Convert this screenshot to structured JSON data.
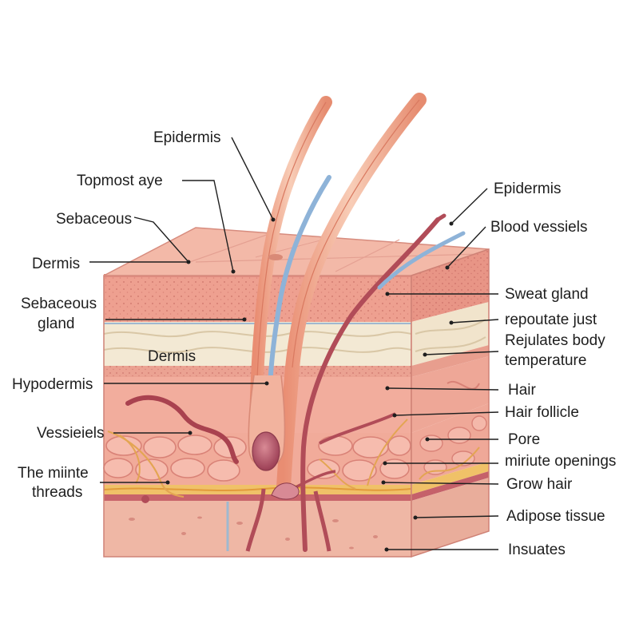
{
  "labels_left": [
    {
      "id": "epidermis-top",
      "text": "Epidermis"
    },
    {
      "id": "topmost-layer",
      "text": "Topmost aye"
    },
    {
      "id": "sebaceous",
      "text": "Sebaceous"
    },
    {
      "id": "dermis-left",
      "text": "Dermis"
    },
    {
      "id": "sebaceous-gland-1",
      "text": "Sebaceous"
    },
    {
      "id": "sebaceous-gland-2",
      "text": "gland"
    },
    {
      "id": "hypodermis",
      "text": "Hypodermis"
    },
    {
      "id": "vessels",
      "text": "Vessieiels"
    },
    {
      "id": "threads-1",
      "text": "The miinte"
    },
    {
      "id": "threads-2",
      "text": "threads"
    }
  ],
  "labels_right": [
    {
      "id": "epidermis-right",
      "text": "Epidermis"
    },
    {
      "id": "blood-vessels",
      "text": "Blood vessiels"
    },
    {
      "id": "sweat-gland",
      "text": "Sweat gland"
    },
    {
      "id": "reputate-just",
      "text": "repoutate just"
    },
    {
      "id": "regulates-1",
      "text": "Rejulates body"
    },
    {
      "id": "regulates-2",
      "text": "temperature"
    },
    {
      "id": "hair",
      "text": "Hair"
    },
    {
      "id": "hair-follicle",
      "text": "Hair follicle"
    },
    {
      "id": "pore",
      "text": "Pore"
    },
    {
      "id": "minute-openings",
      "text": "miriute openings"
    },
    {
      "id": "grow-hair",
      "text": "Grow hair"
    },
    {
      "id": "adipose-tissue",
      "text": "Adipose tissue"
    },
    {
      "id": "insulates",
      "text": "Insuates"
    }
  ],
  "inner_labels": [
    {
      "id": "dermis-inner",
      "text": "Dermis"
    }
  ],
  "colors": {
    "skin_top": "#f2b3a3",
    "epidermis": "#ec9f92",
    "dermis_cream": "#f3e9d4",
    "hypodermis": "#f2aa9a",
    "fat_cells": "#f4b4a4",
    "base": "#eeb7a5",
    "hair": "#eca58c",
    "blood_blue": "#8eb3d8",
    "blood_red": "#b2505a",
    "nerve_yellow": "#e9b94a",
    "text": "#1e1e1e"
  }
}
